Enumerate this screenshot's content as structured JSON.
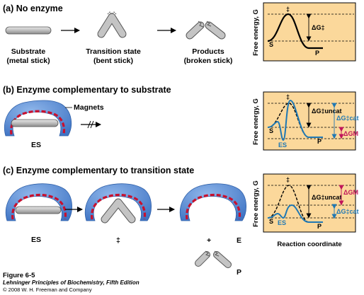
{
  "panel_a": {
    "header": "(a) No enzyme",
    "substrate_label": "Substrate",
    "substrate_sub": "(metal stick)",
    "transition_label": "Transition state",
    "transition_sub": "(bent stick)",
    "products_label": "Products",
    "products_sub": "(broken stick)"
  },
  "panel_b": {
    "header": "(b) Enzyme complementary to substrate",
    "magnets_label": "Magnets",
    "es_label": "ES"
  },
  "panel_c": {
    "header": "(c) Enzyme complementary to transition state",
    "es_label": "ES",
    "ts_label": "‡",
    "plus_label": "+",
    "e_label": "E",
    "p_label": "P"
  },
  "plots": {
    "ylabel": "Free energy, G",
    "xlabel": "Reaction coordinate",
    "ts_mark": "‡",
    "s_label": "S",
    "p_label": "P",
    "es_label": "ES",
    "dg_label": "ΔG‡",
    "dg_uncat_label": "ΔG‡uncat",
    "dg_cat_label": "ΔG‡cat",
    "dgm_label": "ΔGM"
  },
  "caption": {
    "figure": "Figure 6-5",
    "book": "Lehninger Principles of Biochemistry, Fifth Edition",
    "copyright": "© 2008 W. H. Freeman and Company"
  },
  "colors": {
    "plot_bg": "#fbd89b",
    "enzyme_blue": "#5b8fd6",
    "magnet_red": "#c8102e",
    "curve_blue": "#1f78b4",
    "annotation_red": "#c0145a",
    "stick_gray": "#c0c0c0"
  }
}
